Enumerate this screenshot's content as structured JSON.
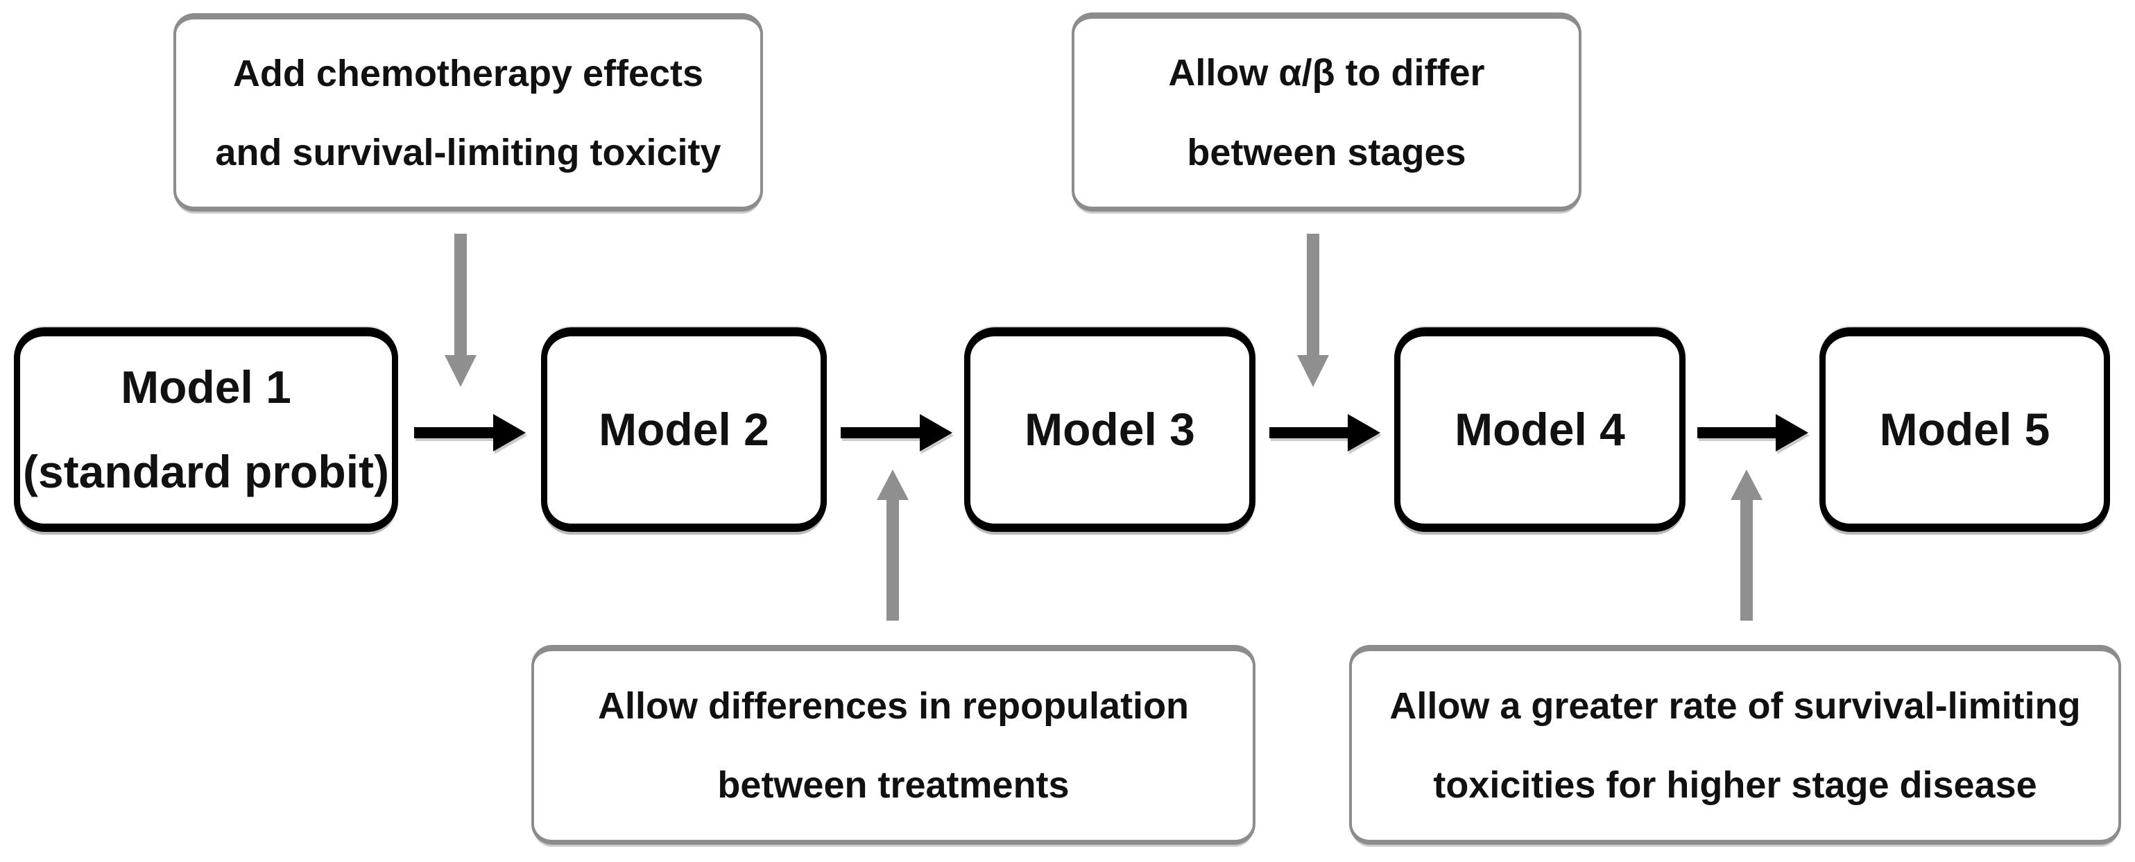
{
  "figure": {
    "models": [
      {
        "label": "Model 1",
        "sublabel": "(standard probit)"
      },
      {
        "label": "Model 2"
      },
      {
        "label": "Model 3"
      },
      {
        "label": "Model 4"
      },
      {
        "label": "Model 5"
      }
    ],
    "annotations": {
      "top_left": {
        "line1": "Add chemotherapy effects",
        "line2": "and survival-limiting toxicity"
      },
      "top_right": {
        "line1": "Allow α/β to differ",
        "line2": "between stages"
      },
      "bottom_left": {
        "line1": "Allow differences in repopulation",
        "line2": "between treatments"
      },
      "bottom_right": {
        "line1": "Allow a greater rate of survival-limiting",
        "line2": "toxicities for higher stage disease"
      }
    },
    "colors": {
      "background": "#ffffff",
      "model_border": "#000000",
      "annotation_border": "#8c8c8c",
      "black_arrow": "#000000",
      "gray_arrow": "#8f8f8f",
      "text": "#111111"
    }
  }
}
